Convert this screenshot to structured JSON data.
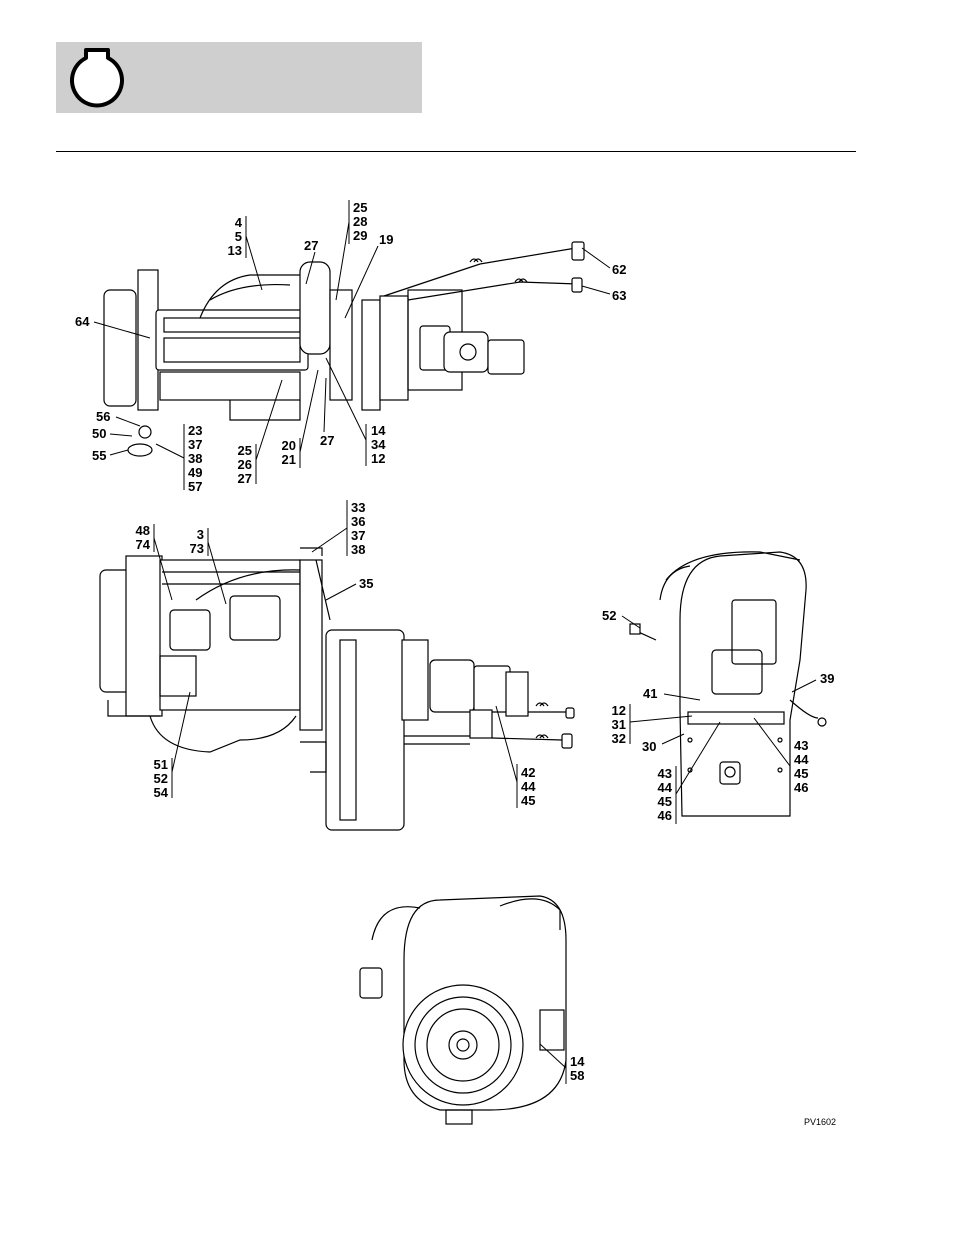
{
  "header": {
    "icon": "engine-icon",
    "fill_color": "#cfcfcf"
  },
  "figure_code": "PV1602",
  "views": [
    {
      "id": "top-view",
      "callouts": [
        {
          "id": "tv-4-5-13",
          "lines": [
            "4",
            "5",
            "13"
          ]
        },
        {
          "id": "tv-25-28-29",
          "lines": [
            "25",
            "28",
            "29"
          ]
        },
        {
          "id": "tv-27-top",
          "lines": [
            "27"
          ]
        },
        {
          "id": "tv-19",
          "lines": [
            "19"
          ]
        },
        {
          "id": "tv-62",
          "lines": [
            "62"
          ]
        },
        {
          "id": "tv-63",
          "lines": [
            "63"
          ]
        },
        {
          "id": "tv-64",
          "lines": [
            "64"
          ]
        },
        {
          "id": "tv-56",
          "lines": [
            "56"
          ]
        },
        {
          "id": "tv-50",
          "lines": [
            "50"
          ]
        },
        {
          "id": "tv-55",
          "lines": [
            "55"
          ]
        },
        {
          "id": "tv-23-57",
          "lines": [
            "23",
            "37",
            "38",
            "49",
            "57"
          ]
        },
        {
          "id": "tv-25-26-27",
          "lines": [
            "25",
            "26",
            "27"
          ]
        },
        {
          "id": "tv-20-21",
          "lines": [
            "20",
            "21"
          ]
        },
        {
          "id": "tv-27-bottom",
          "lines": [
            "27"
          ]
        },
        {
          "id": "tv-14-34-12",
          "lines": [
            "14",
            "34",
            "12"
          ]
        }
      ]
    },
    {
      "id": "side-view",
      "callouts": [
        {
          "id": "sv-48-74",
          "lines": [
            "48",
            "74"
          ]
        },
        {
          "id": "sv-3-73",
          "lines": [
            "3",
            "73"
          ]
        },
        {
          "id": "sv-33-38",
          "lines": [
            "33",
            "36",
            "37",
            "38"
          ]
        },
        {
          "id": "sv-35",
          "lines": [
            "35"
          ]
        },
        {
          "id": "sv-51-54",
          "lines": [
            "51",
            "52",
            "54"
          ]
        },
        {
          "id": "sv-42-45",
          "lines": [
            "42",
            "44",
            "45"
          ]
        }
      ]
    },
    {
      "id": "front-view",
      "callouts": [
        {
          "id": "fv-52",
          "lines": [
            "52"
          ]
        },
        {
          "id": "fv-39",
          "lines": [
            "39"
          ]
        },
        {
          "id": "fv-41",
          "lines": [
            "41"
          ]
        },
        {
          "id": "fv-12-31-32",
          "lines": [
            "12",
            "31",
            "32"
          ]
        },
        {
          "id": "fv-30",
          "lines": [
            "30"
          ]
        },
        {
          "id": "fv-43-46-right",
          "lines": [
            "43",
            "44",
            "45",
            "46"
          ]
        },
        {
          "id": "fv-43-46-left",
          "lines": [
            "43",
            "44",
            "45",
            "46"
          ]
        }
      ]
    },
    {
      "id": "rear-view",
      "callouts": [
        {
          "id": "rv-14-58",
          "lines": [
            "14",
            "58"
          ]
        }
      ]
    }
  ]
}
